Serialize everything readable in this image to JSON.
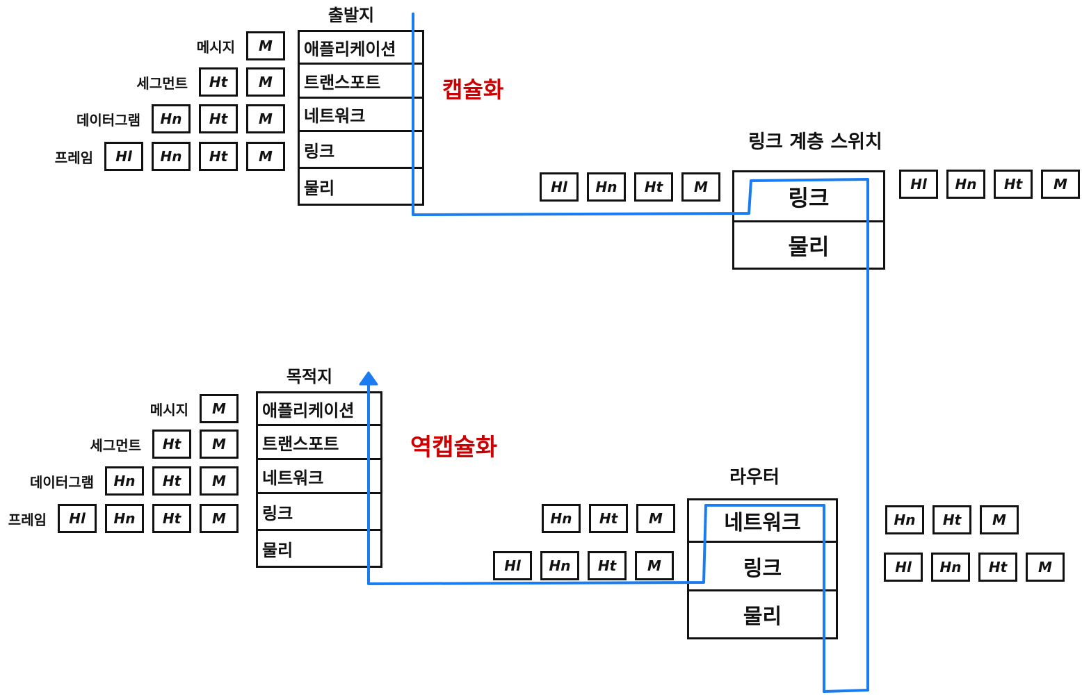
{
  "source": {
    "title": "출발지",
    "layers": [
      "애플리케이션",
      "트랜스포트",
      "네트워크",
      "링크",
      "물리"
    ],
    "rows": [
      {
        "label": "메시지",
        "headers": [
          "M"
        ]
      },
      {
        "label": "세그먼트",
        "headers": [
          "Ht",
          "M"
        ]
      },
      {
        "label": "데이터그램",
        "headers": [
          "Hn",
          "Ht",
          "M"
        ]
      },
      {
        "label": "프레임",
        "headers": [
          "Hl",
          "Hn",
          "Ht",
          "M"
        ]
      }
    ]
  },
  "encapsulation": "캡슐화",
  "switch": {
    "title": "링크 계층 스위치",
    "layers": [
      "링크",
      "물리"
    ],
    "left_frame": [
      "Hl",
      "Hn",
      "Ht",
      "M"
    ],
    "right_frame": [
      "Hl",
      "Hn",
      "Ht",
      "M"
    ]
  },
  "router": {
    "title": "라우터",
    "layers": [
      "네트워크",
      "링크",
      "물리"
    ],
    "left_datagram": [
      "Hn",
      "Ht",
      "M"
    ],
    "left_frame": [
      "Hl",
      "Hn",
      "Ht",
      "M"
    ],
    "right_datagram": [
      "Hn",
      "Ht",
      "M"
    ],
    "right_frame": [
      "Hl",
      "Hn",
      "Ht",
      "M"
    ]
  },
  "destination": {
    "title": "목적지",
    "layers": [
      "애플리케이션",
      "트랜스포트",
      "네트워크",
      "링크",
      "물리"
    ],
    "rows": [
      {
        "label": "메시지",
        "headers": [
          "M"
        ]
      },
      {
        "label": "세그먼트",
        "headers": [
          "Ht",
          "M"
        ]
      },
      {
        "label": "데이터그램",
        "headers": [
          "Hn",
          "Ht",
          "M"
        ]
      },
      {
        "label": "프레임",
        "headers": [
          "Hl",
          "Hn",
          "Ht",
          "M"
        ]
      }
    ]
  },
  "decapsulation": "역캡슐화",
  "colors": {
    "ink": "#111111",
    "path": "#1a7cf0",
    "annotation": "#cc0000"
  }
}
